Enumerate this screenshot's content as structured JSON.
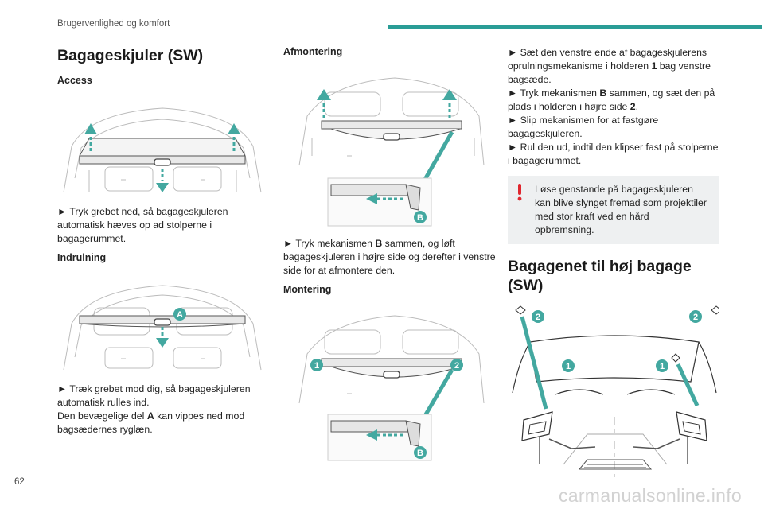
{
  "header": {
    "section_title": "Brugervenlighed og komfort"
  },
  "page_number": "62",
  "watermark": "carmanualsonline.info",
  "colors": {
    "accent": "#2a9d96",
    "callout": "#43a8a0",
    "warning": "#e0262e",
    "warning_bg": "#eef0f1"
  },
  "left_column": {
    "title": "Bagageskjuler (SW)",
    "access": {
      "heading": "Access",
      "text": "► Tryk grebet ned, så bagageskjuleren automatisk hæves op ad stolperne i bagagerummet."
    },
    "rolling": {
      "heading": "Indrulning",
      "callout": "A",
      "line1": "► Træk grebet mod dig, så bagageskjuleren automatisk rulles ind.",
      "line2_before": "Den bevægelige del ",
      "line2_bold": "A",
      "line2_after": " kan vippes ned mod bagsædernes ryglæn."
    }
  },
  "middle_column": {
    "removal": {
      "heading": "Afmontering",
      "callout": "B",
      "text_before": "► Tryk mekanismen ",
      "text_bold": "B",
      "text_after": " sammen, og løft bagageskjuleren i højre side og derefter i venstre side for at afmontere den."
    },
    "mounting": {
      "heading": "Montering",
      "callouts": [
        "1",
        "2",
        "B"
      ]
    }
  },
  "right_column": {
    "steps": [
      {
        "before": "► Sæt den venstre ende af bagageskjulerens oprulningsmekanisme i holderen ",
        "bold": "1",
        "after": " bag venstre bagsæde."
      },
      {
        "before": "► Tryk mekanismen ",
        "bold": "B",
        "after": " sammen, og sæt den på plads i holderen i højre side ",
        "bold2": "2",
        "after2": "."
      },
      {
        "text": "► Slip mekanismen for at fastgøre bagageskjuleren."
      },
      {
        "text": "► Rul den ud, indtil den klipser fast på stolperne i bagagerummet."
      }
    ],
    "warning": "Løse genstande på bagageskjuleren kan blive slynget fremad som projektiler med stor kraft ved en hård opbremsning.",
    "net_title": "Bagagenet til høj bagage (SW)",
    "net_callouts": [
      "2",
      "2",
      "1",
      "1"
    ]
  }
}
